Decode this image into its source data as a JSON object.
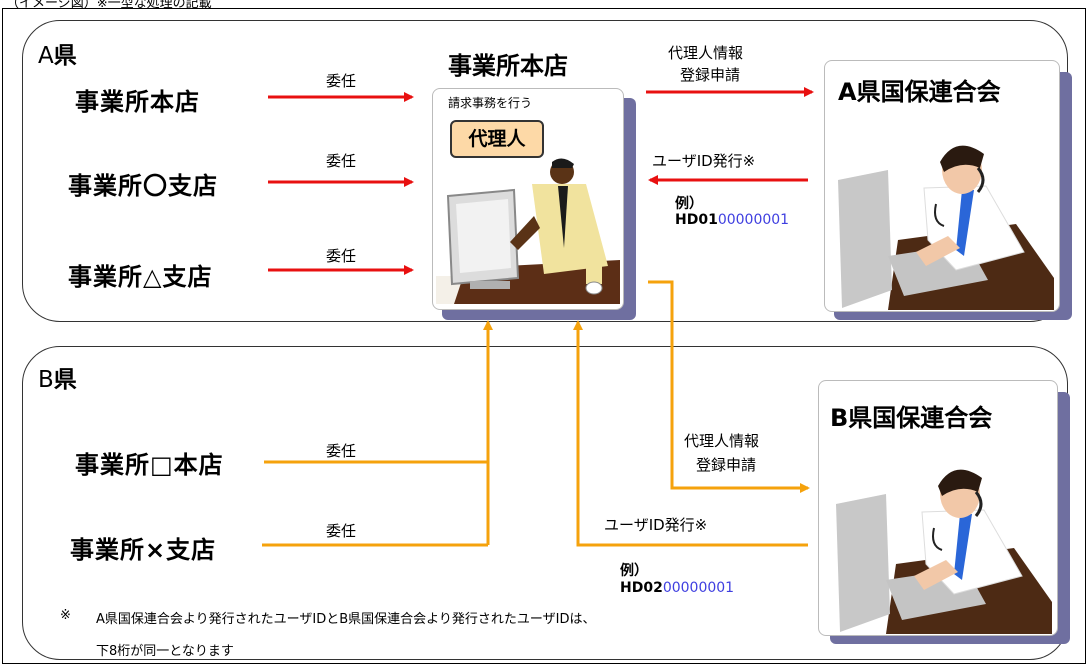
{
  "header": "（イメージ図）※一型な処理の記載",
  "region_a": {
    "label_letter": "A",
    "label_suffix": "県",
    "offices": [
      "事業所本店",
      "事業所〇支店",
      "事業所△支店"
    ],
    "delegate_label": "委任"
  },
  "region_b": {
    "label_letter": "B",
    "label_suffix": "県",
    "offices": [
      "事業所□本店",
      "事業所×支店"
    ],
    "delegate_label": "委任"
  },
  "head_office": {
    "title": "事業所本店",
    "subtitle": "請求事務を行う",
    "badge": "代理人"
  },
  "assoc_a": {
    "name": "A県国保連合会",
    "request_line1": "代理人情報",
    "request_line2": "登録申請",
    "issue_label": "ユーザID発行※",
    "example_label": "例）",
    "example_prefix": "HD01",
    "example_suffix": "00000001"
  },
  "assoc_b": {
    "name": "B県国保連合会",
    "request_line1": "代理人情報",
    "request_line2": "登録申請",
    "issue_label": "ユーザID発行※",
    "example_label": "例）",
    "example_prefix": "HD02",
    "example_suffix": "00000001"
  },
  "footnote": {
    "mark": "※",
    "line1": "A県国保連合会より発行されたユーザIDとB県国保連合会より発行されたユーザIDは、",
    "line2": "下8桁が同一となります"
  },
  "colors": {
    "red_arrow": "#e81010",
    "orange_arrow": "#f5a20c",
    "id_blue": "#3f3fe0",
    "badge_fill": "#fdd9a7",
    "card_shadow": "#6f6fa0"
  },
  "icons": [
    "computer-user-illustration",
    "call-center-operator-illustration"
  ]
}
